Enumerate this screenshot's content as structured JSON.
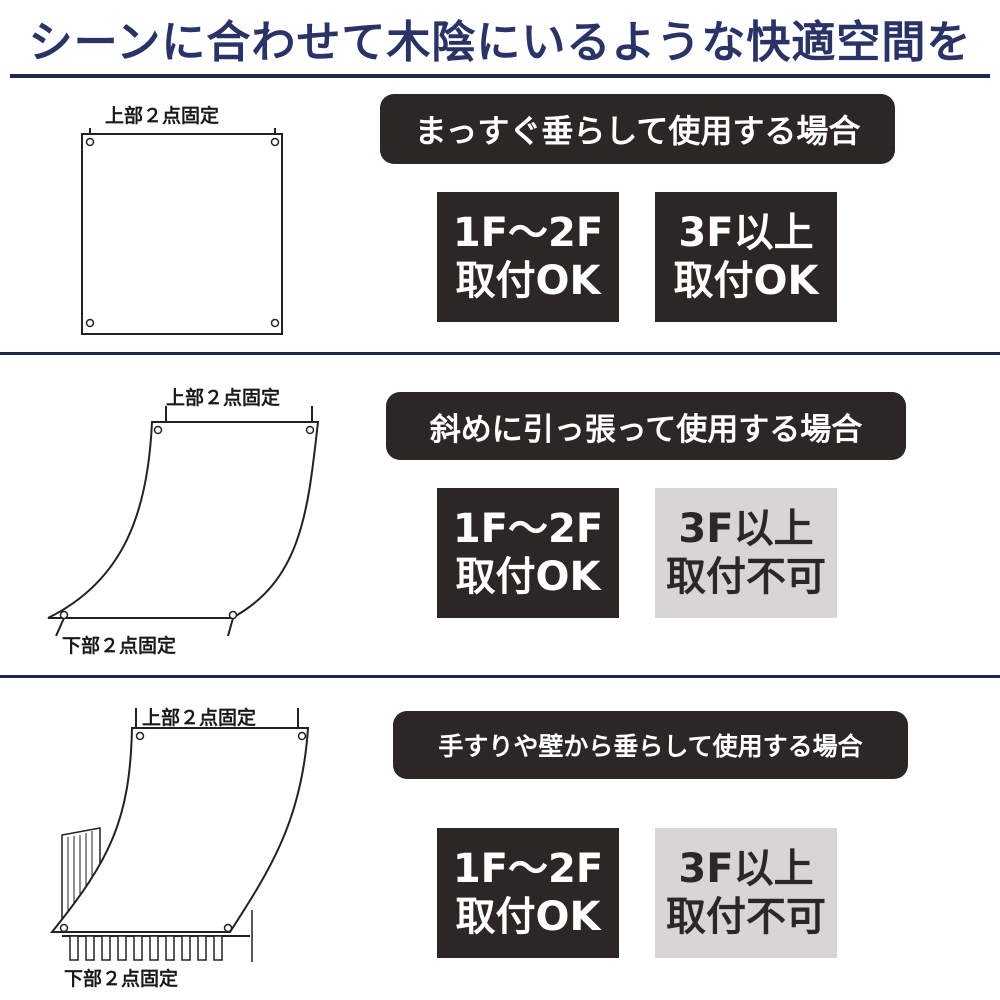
{
  "title": "シーンに合わせて木陰にいるような快適空間を",
  "scenes": [
    {
      "heading": "まっすぐ垂らして使用する場合",
      "top_label": "上部２点固定",
      "badges": [
        {
          "line1": "1F〜2F",
          "line2": "取付OK",
          "status": "ok"
        },
        {
          "line1": "3F以上",
          "line2": "取付OK",
          "status": "ok"
        }
      ]
    },
    {
      "heading": "斜めに引っ張って使用する場合",
      "top_label": "上部２点固定",
      "bottom_label": "下部２点固定",
      "badges": [
        {
          "line1": "1F〜2F",
          "line2": "取付OK",
          "status": "ok"
        },
        {
          "line1": "3F以上",
          "line2": "取付不可",
          "status": "ng"
        }
      ]
    },
    {
      "heading": "手すりや壁から垂らして使用する場合",
      "top_label": "上部２点固定",
      "bottom_label": "下部２点固定",
      "badges": [
        {
          "line1": "1F〜2F",
          "line2": "取付OK",
          "status": "ok"
        },
        {
          "line1": "3F以上",
          "line2": "取付不可",
          "status": "ng"
        }
      ]
    }
  ]
}
